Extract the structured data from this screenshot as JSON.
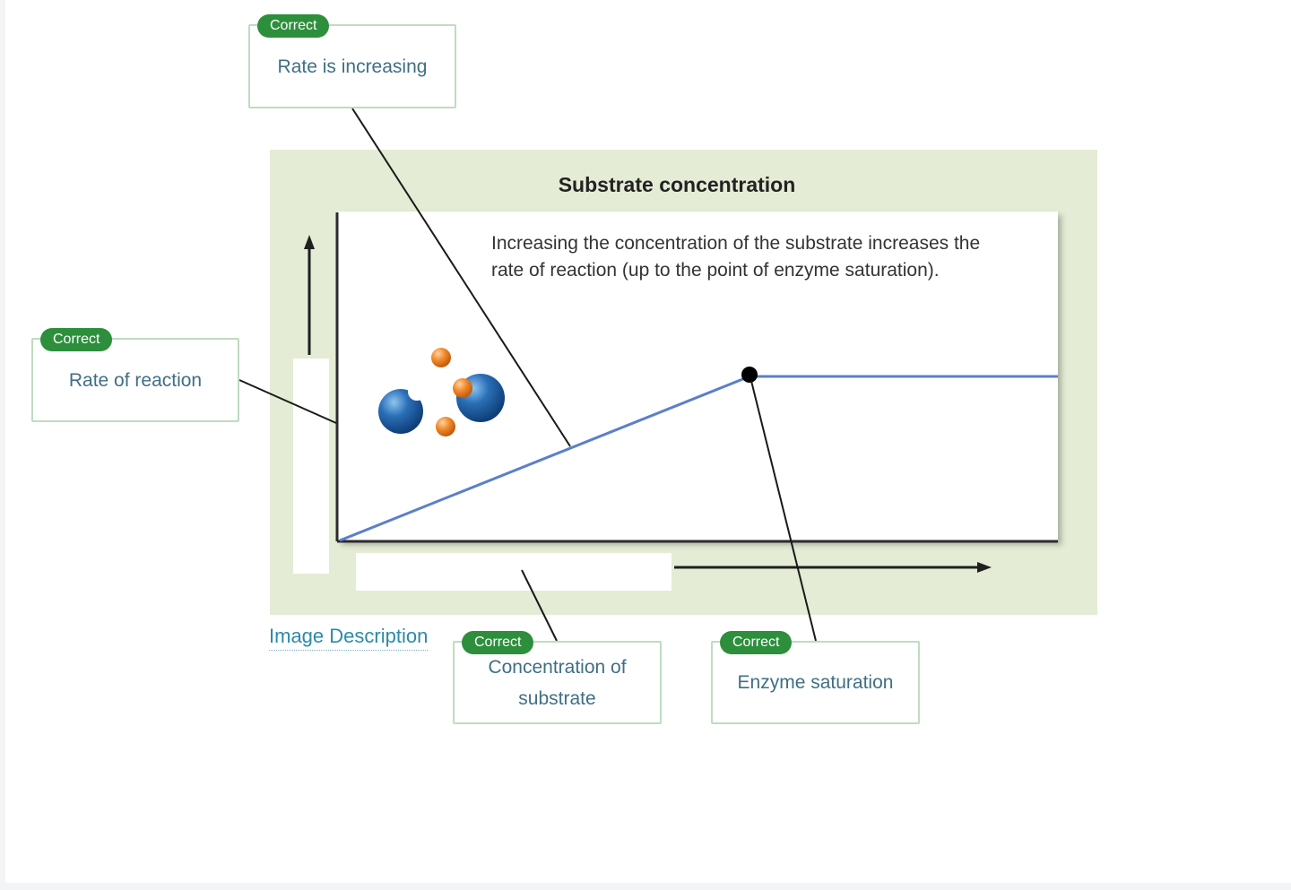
{
  "figure": {
    "title": "Substrate concentration",
    "caption": "Increasing the concentration of the substrate increases the rate of reaction (up to the point of enzyme saturation)."
  },
  "labels": [
    {
      "id": "rate-increasing",
      "status": "Correct",
      "text": "Rate is increasing"
    },
    {
      "id": "rate-of-reaction",
      "status": "Correct",
      "text": "Rate of reaction"
    },
    {
      "id": "concentration-of-substrate",
      "status": "Correct",
      "text": "Concentration of substrate"
    },
    {
      "id": "enzyme-saturation",
      "status": "Correct",
      "text": "Enzyme saturation"
    }
  ],
  "image_description_link": "Image Description",
  "colors": {
    "panel_background": "#e4ecd5",
    "curve": "#5b7fc9",
    "enzyme": "#2a6fb6",
    "substrate": "#f08a2a",
    "badge": "#2d8f3c",
    "label_text": "#3f6f85",
    "link": "#2a8bab"
  }
}
